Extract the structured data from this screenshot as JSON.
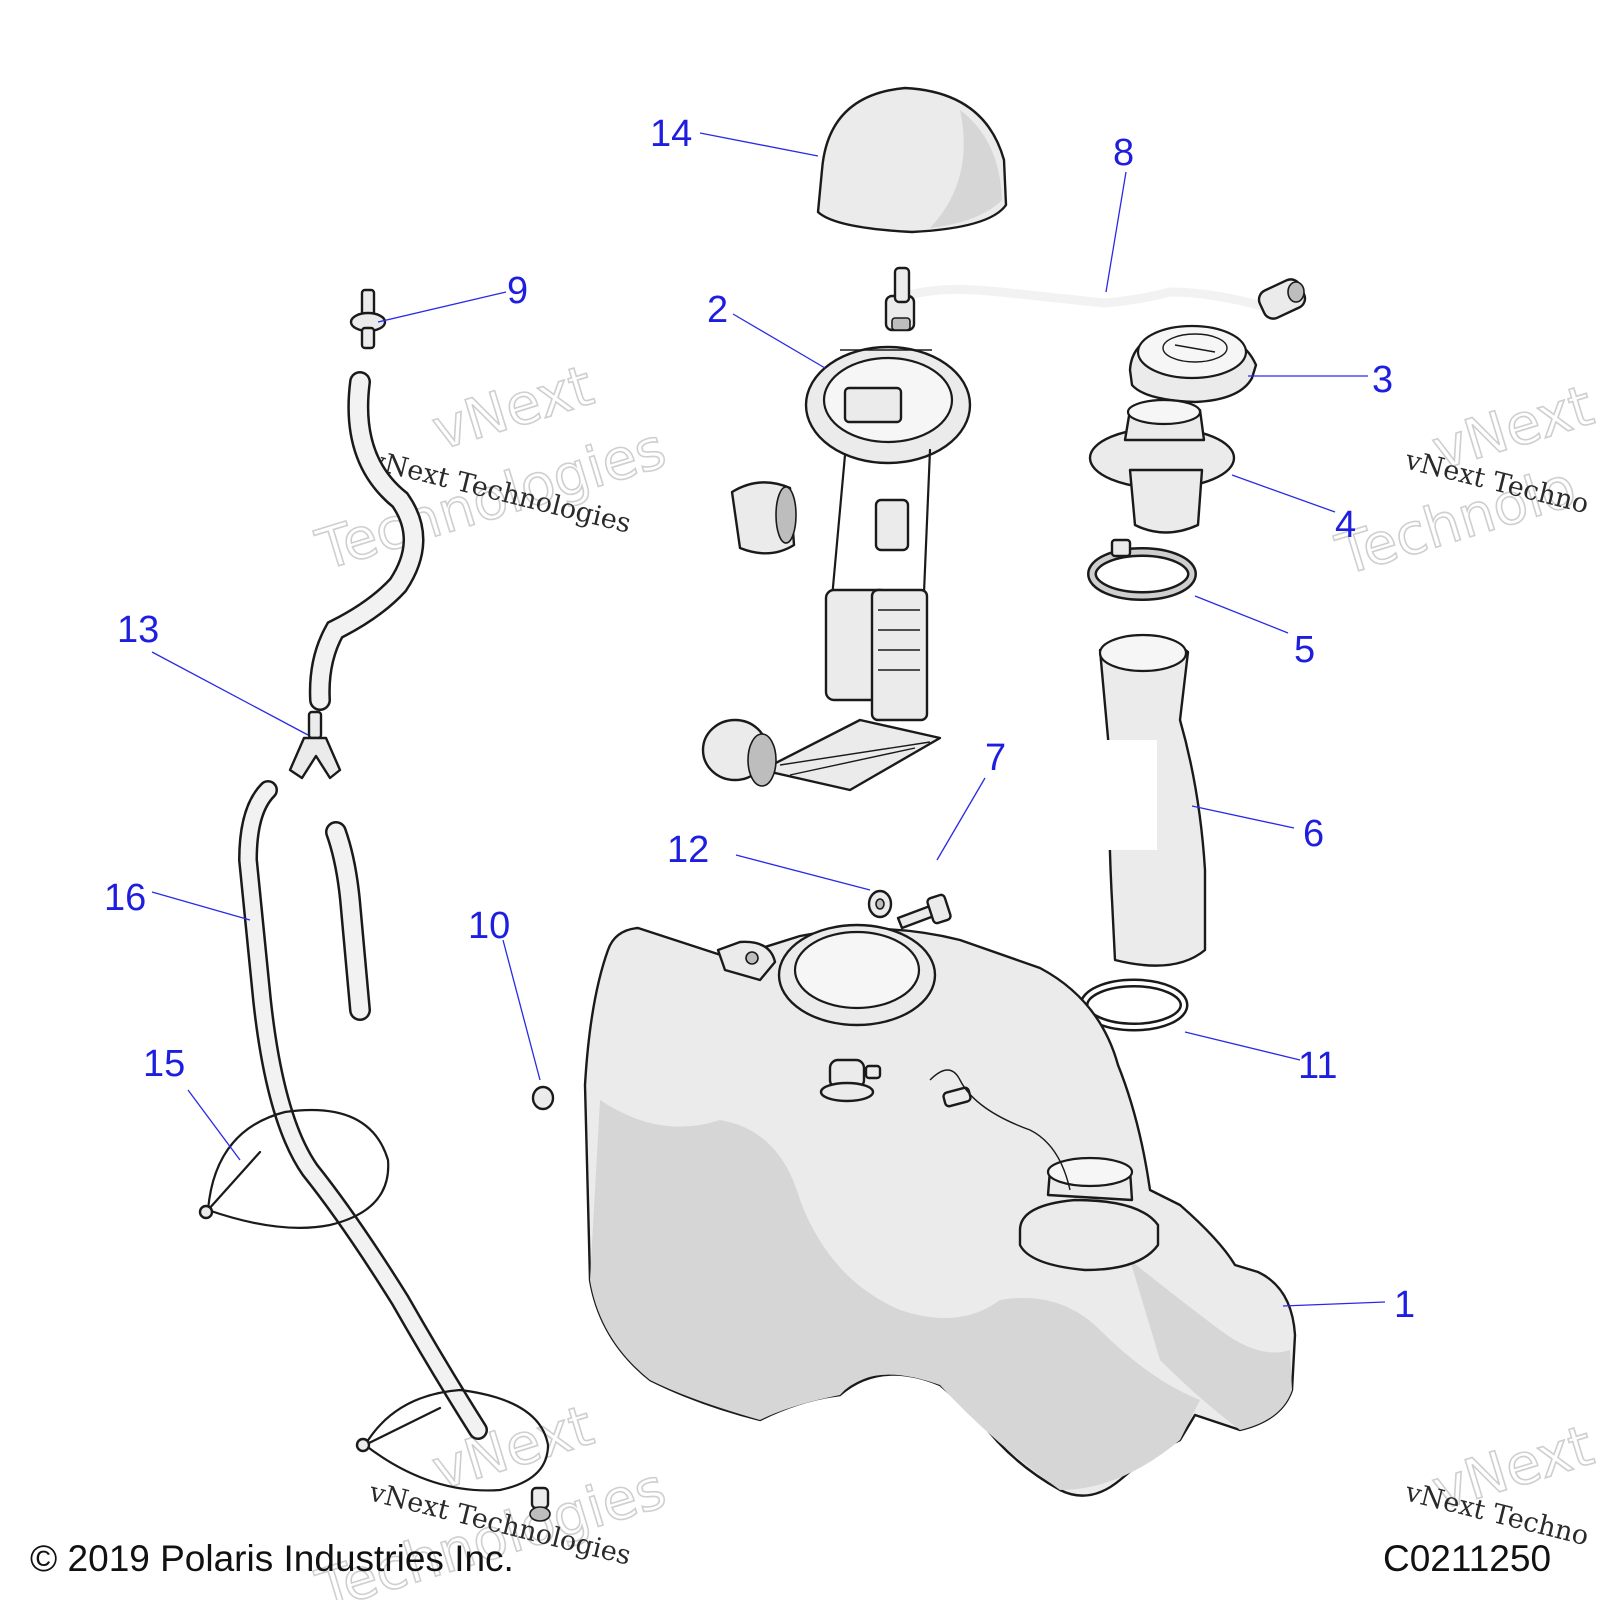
{
  "callouts": {
    "c1": "1",
    "c2": "2",
    "c3": "3",
    "c4": "4",
    "c5": "5",
    "c6": "6",
    "c7": "7",
    "c8": "8",
    "c9": "9",
    "c10": "10",
    "c11": "11",
    "c12": "12",
    "c13": "13",
    "c14": "14",
    "c15": "15",
    "c16": "16"
  },
  "watermark": {
    "small": "vNext Technologies",
    "big_top": "vNext",
    "big_bottom": "Technologies",
    "small_partial": "vNext Techno",
    "big_top_partial": "vNext",
    "big_bottom_partial": "Technolo"
  },
  "footer": {
    "copyright": "© 2019 Polaris Industries Inc.",
    "drawing_code": "C0211250"
  }
}
